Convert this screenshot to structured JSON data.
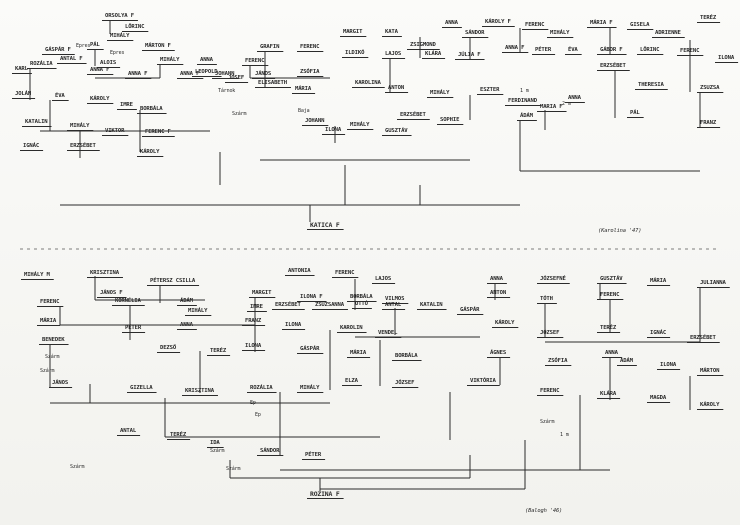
{
  "top": {
    "labels": [
      "Orsolya f",
      "Lőrinc",
      "Mihály",
      "Pál",
      "Márton f",
      "Gáspár f",
      "Antal f",
      "Alois",
      "Mihály",
      "Anna",
      "Leopold",
      "Ferenc",
      "Rozália",
      "Karl",
      "Anna f",
      "Anna f",
      "Anna f",
      "Johann",
      "János",
      "Zsófia",
      "Margit",
      "Kata",
      "Zsigmond",
      "Anna",
      "Sándor",
      "Károly f",
      "Ferenc",
      "Mária f",
      "Gisela",
      "Adrienne",
      "Teréz",
      "Mihály",
      "Anna f",
      "Péter",
      "Éva",
      "Gábor f",
      "Lőrinc",
      "Ferenc",
      "Ilona",
      "Erzsébet",
      "Theresia",
      "Zsuzsa",
      "Anna",
      "Pál",
      "Franz",
      "Grafin",
      "Ferenc",
      "Ildikó",
      "Lajos",
      "Klára",
      "Júlia f",
      "Josef",
      "Elisabeth",
      "Mária",
      "Karolina",
      "Anton",
      "Mihály",
      "Eszter",
      "Ferdinand",
      "Maria f",
      "Ádám",
      "Erzsébet",
      "Sophie",
      "Johann",
      "Ilona",
      "Mihály",
      "Gusztáv",
      "Jolán",
      "Éva",
      "Károly",
      "Imre",
      "Borbála",
      "Katalin",
      "Mihály",
      "Viktor",
      "Ferenc f",
      "Ignác",
      "Erzsébet",
      "Károly"
    ],
    "subject": "Katica f",
    "note": "(Karolina '47)",
    "extras": [
      "Epres",
      "Epres",
      "Tárnok",
      "Baja",
      "1 m",
      "2 m",
      "Szárm"
    ]
  },
  "bottom": {
    "labels": [
      "Mihály m",
      "Krisztina",
      "Pétersz Csilla",
      "Antonia",
      "Ferenc",
      "Lajos",
      "János f",
      "Ádám",
      "Margit",
      "Ilona f",
      "Borbála",
      "Vilmos",
      "Ferenc",
      "Kornélia",
      "Mihály",
      "Imre",
      "Erzsébet",
      "Zsuzsanna",
      "Ottó",
      "Antal",
      "Katalin",
      "Gáspár",
      "Anna",
      "Józsefné",
      "Gusztáv",
      "Anton",
      "Tóth",
      "Ferenc",
      "Mária",
      "Julianna",
      "Mária",
      "Péter",
      "Anna",
      "Franz",
      "Ilona",
      "Karolin",
      "Vendel",
      "Károly",
      "József",
      "Teréz",
      "Ignác",
      "Erzsébet",
      "Benedek",
      "Dezső",
      "Teréz",
      "Ilona",
      "Gáspár",
      "Mária",
      "Borbála",
      "Ágnes",
      "Zsófia",
      "Anna",
      "Ádám",
      "Ilona",
      "Márton",
      "János",
      "Gizella",
      "Krisztina",
      "Rozália",
      "Mihály",
      "Elza",
      "József",
      "Viktória",
      "Ferenc",
      "Klára",
      "Magda",
      "Károly",
      "Antal",
      "Teréz",
      "Ida",
      "Sándor",
      "Péter"
    ],
    "subject": "Rozina f",
    "note": "(Balogh '46)",
    "extras": [
      "Szárm",
      "Szárm",
      "Ep",
      "Ep",
      "Szárm",
      "Szárm",
      "1 m",
      "Szárm",
      "Szárm"
    ]
  }
}
